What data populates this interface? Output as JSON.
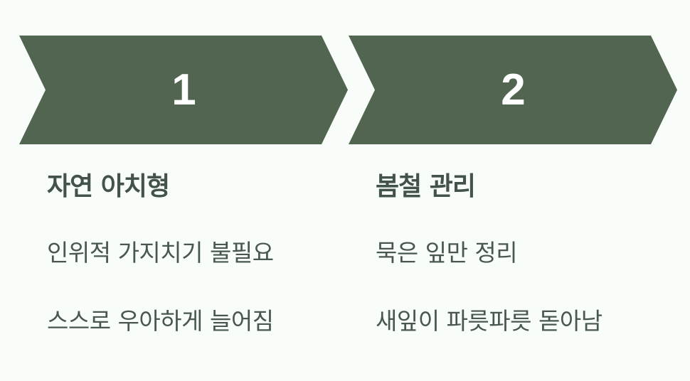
{
  "colors": {
    "background": "#f9fdfa",
    "chevron": "#526551",
    "heading": "#43534a",
    "body_text": "#485750"
  },
  "steps": [
    {
      "number": "1",
      "title": "자연 아치형",
      "lines": [
        "인위적 가지치기 불필요",
        "스스로 우아하게 늘어짐"
      ]
    },
    {
      "number": "2",
      "title": "봄철 관리",
      "lines": [
        "묵은 잎만 정리",
        "새잎이 파릇파릇 돋아남"
      ]
    }
  ]
}
